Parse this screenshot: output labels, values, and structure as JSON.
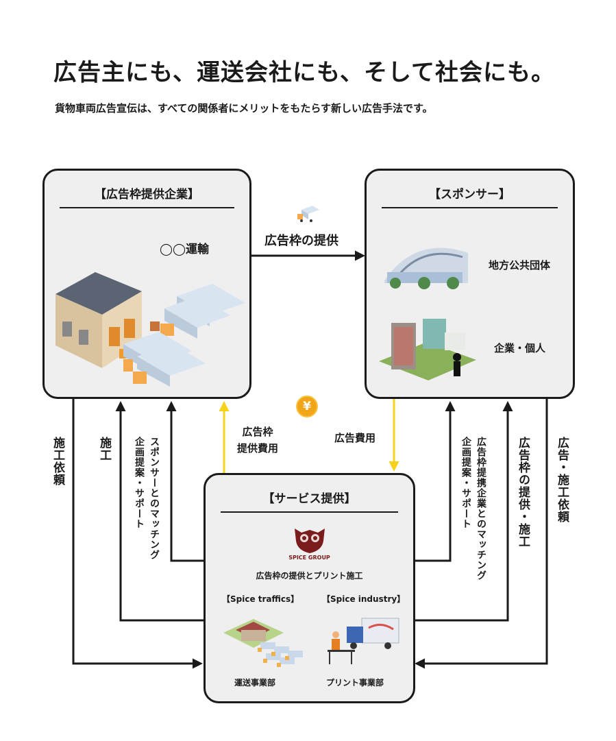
{
  "headline": "広告主にも、運送会社にも、そして社会にも。",
  "subline": "貨物車両広告宣伝は、すべての関係者にメリットをもたらす新しい広告手法です。",
  "boxes": {
    "ad_company": {
      "title": "【広告枠提供企業】",
      "item": "◯◯運輸"
    },
    "sponsor": {
      "title": "【スポンサー】",
      "item1": "地方公共団体",
      "item2": "企業・個人"
    },
    "service": {
      "title": "【サービス提供】",
      "logo_text": "SPICE GROUP",
      "caption": "広告枠の提供とプリント施工",
      "div1_title": "【Spice traffics】",
      "div1_label": "運送事業部",
      "div2_title": "【Spice industry】",
      "div2_label": "プリント事業部"
    }
  },
  "flows": {
    "top_arrow": "広告枠の提供",
    "yellow_up_line1": "広告枠",
    "yellow_up_line2": "提供費用",
    "yellow_down": "広告費用",
    "yen": "¥",
    "left1": "施工依頼",
    "left2": "施工",
    "left3_line1": "スポンサーとのマッチング",
    "left3_line2": "企画提案・サポート",
    "right3_line1": "広告枠提携企業とのマッチング",
    "right3_line2": "企画提案・サポート",
    "right2": "広告枠の提供・施工",
    "right1": "広告・施工依頼"
  },
  "colors": {
    "accent_yellow": "#f7d21b",
    "yen_orange": "#f2a516",
    "line": "#1a1a1a",
    "box_fill": "#efefef"
  }
}
